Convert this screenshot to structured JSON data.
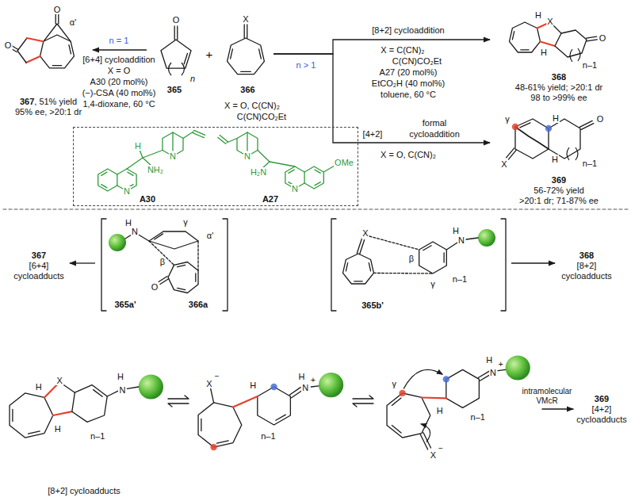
{
  "diagram": {
    "nodes": [
      {
        "text": [
          "367",
          ", 51% yield",
          "95% ee, >20:1 dr"
        ]
      },
      {
        "text": [
          "365"
        ]
      },
      {
        "text": [
          "366"
        ]
      },
      {
        "text": [
          "368",
          "48-61% yield; >20:1 dr",
          "98 to >99% ee"
        ]
      },
      {
        "text": [
          "369",
          "56-72% yield",
          ">20:1 dr; 71-87% ee"
        ]
      },
      {
        "text": [
          "A30",
          "A27"
        ]
      },
      {
        "text": [
          "367",
          "[6+4] cycloadducts"
        ]
      },
      {
        "text": [
          "365a'",
          "366a"
        ]
      },
      {
        "text": [
          "365b'"
        ]
      },
      {
        "text": [
          "368",
          "[8+2] cycloadducts"
        ]
      },
      {
        "text": [
          "[8+2] cycloadducts"
        ]
      },
      {
        "text": [
          "369",
          "[4+2] cycloadducts"
        ]
      }
    ],
    "edges": [
      {
        "from": 1,
        "to": 0,
        "arrow": "to"
      },
      {
        "from": 2,
        "to": 3,
        "arrow": "to"
      },
      {
        "from": 2,
        "to": 4,
        "arrow": "to"
      },
      {
        "from": 7,
        "to": 6,
        "arrow": "to"
      },
      {
        "from": 8,
        "to": 9,
        "arrow": "to"
      }
    ],
    "labels": [
      "α'",
      "O",
      "O",
      "n = 1",
      "[6+4] cycloaddition",
      "X = O",
      "A30 (20 mol%)",
      "(−)-CSA (40 mol%)",
      "1,4-dioxane, 60 °C",
      "O",
      "n",
      "+",
      "X",
      "X = O, C(CN)₂",
      "C(CN)CO₂Et",
      "n > 1",
      "[8+2] cycloaddition",
      "X = C(CN)₂",
      "C(CN)CO₂Et",
      "A27 (20 mol%)",
      "EtCO₂H (40 mol%)",
      "toluene, 60 °C",
      "formal",
      "[4+2]",
      "cycloaddition",
      "X = O, C(CN)₂",
      "X",
      "H",
      "O",
      "H",
      "n–1",
      "γ",
      "H",
      "O",
      "X",
      "H",
      "n–1",
      "N",
      "H",
      "NH₂",
      "N",
      "N",
      "H₂N",
      "OMe",
      "N",
      "H",
      "N",
      "γ",
      "α'",
      "β",
      "O",
      "X",
      "β",
      "H",
      "N",
      "γ",
      "n–1",
      "X",
      "H",
      "H",
      "H",
      "N",
      "n–1",
      "X",
      "−",
      "H",
      "H",
      "N",
      "+",
      "n–1",
      "γ",
      "H",
      "H",
      "N",
      "+",
      "n–1",
      "X",
      "−",
      "intramolecular",
      "VMcR"
    ]
  }
}
